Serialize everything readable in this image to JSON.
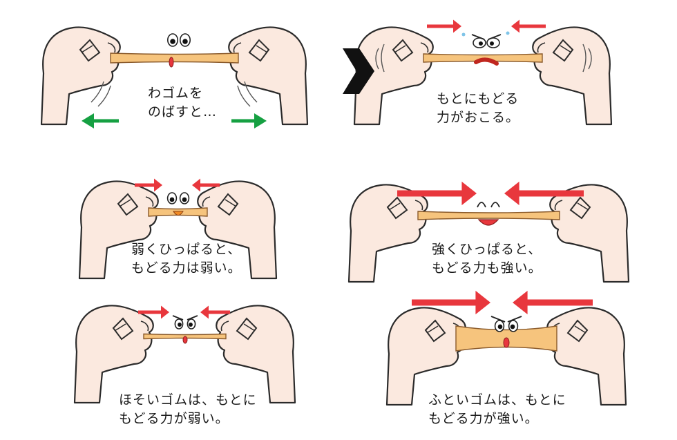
{
  "colors": {
    "rubber": "#f6c47d",
    "rubber_outline": "#8a5a2b",
    "skin": "#fbe9df",
    "skin_outline": "#2b2b2b",
    "arrow_red": "#e8373d",
    "arrow_green": "#16a042",
    "arrow_black": "#111111",
    "text": "#1a1a1a"
  },
  "icons": {
    "next": "chevron-right-icon",
    "pull": "arrow-left-right-icon",
    "restore": "arrow-inward-icon"
  },
  "panels": [
    {
      "id": "stretch",
      "lines": [
        "わゴムを",
        "のばすと…"
      ]
    },
    {
      "id": "restore",
      "lines": [
        "もとにもどる",
        "力がおこる。"
      ]
    },
    {
      "id": "weak-pull",
      "lines": [
        "弱くひっぱると、",
        "もどる力は弱い。"
      ]
    },
    {
      "id": "strong-pull",
      "lines": [
        "強くひっぱると、",
        "もどる力も強い。"
      ]
    },
    {
      "id": "thin-band",
      "lines": [
        "ほそいゴムは、もとに",
        "もどる力が弱い。"
      ]
    },
    {
      "id": "thick-band",
      "lines": [
        "ふといゴムは、もとに",
        "もどる力が強い。"
      ]
    }
  ]
}
